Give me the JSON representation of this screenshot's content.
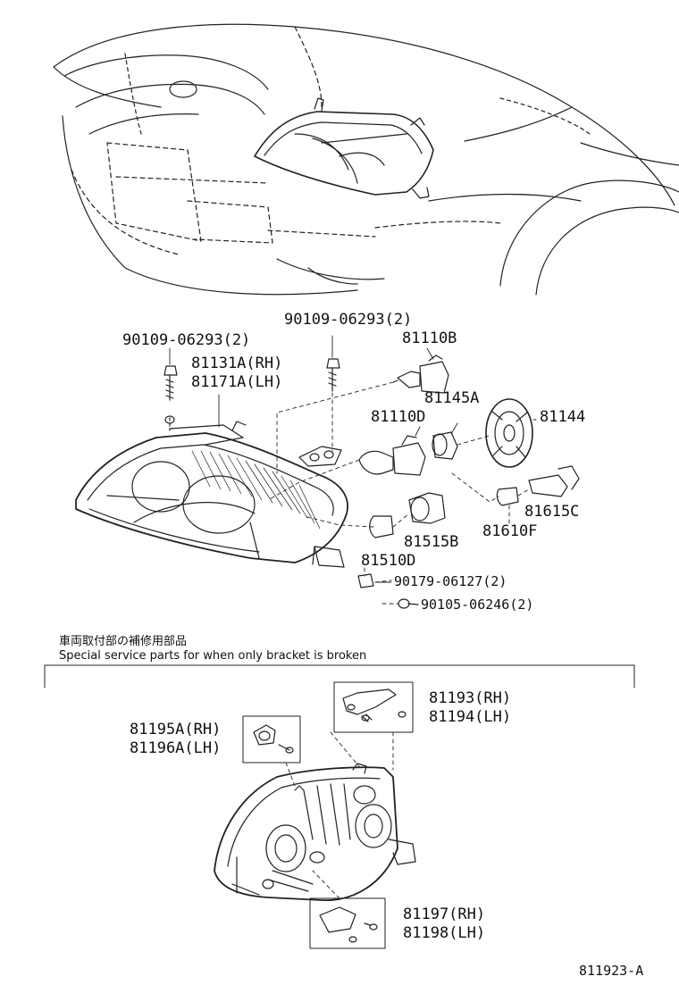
{
  "diagram": {
    "callouts": {
      "screw_left": "90109-06293(2)",
      "screw_top": "90109-06293(2)",
      "bulb_hb": "81110B",
      "headlamp_rh": "81131A(RH)",
      "headlamp_lh": "81171A(LH)",
      "socket_cap": "81145A",
      "bulb_h": "81110D",
      "cover": "81144",
      "socket_f": "81615C",
      "bulb_f": "81610F",
      "socket_b": "81515B",
      "bulb_d": "81510D",
      "nut": "90179-06127(2)",
      "bolt": "90105-06246(2)",
      "bracket_upper_rh": "81193(RH)",
      "bracket_upper_lh": "81194(LH)",
      "bracket_side_rh": "81195A(RH)",
      "bracket_side_lh": "81196A(LH)",
      "bracket_lower_rh": "81197(RH)",
      "bracket_lower_lh": "81198(LH)"
    },
    "notes": {
      "japanese": "車両取付部の補修用部品",
      "english": "Special service parts for when only bracket is broken"
    },
    "figure_id": "811923-A"
  }
}
